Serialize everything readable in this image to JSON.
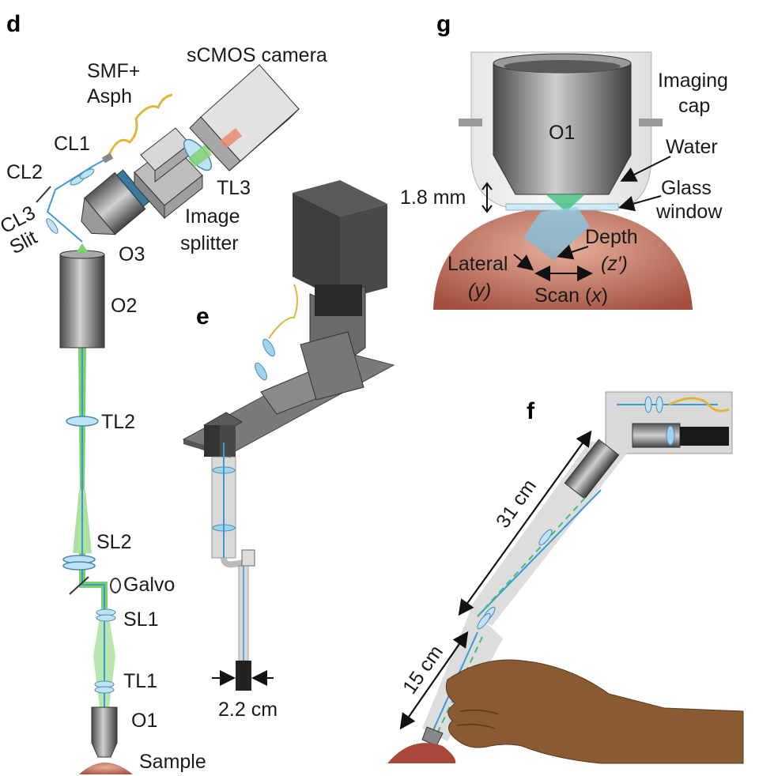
{
  "panels": {
    "d": "d",
    "e": "e",
    "f": "f",
    "g": "g"
  },
  "panel_d": {
    "camera": "sCMOS camera",
    "smf": "SMF+",
    "asph": "Asph",
    "cl1": "CL1",
    "cl2": "CL2",
    "cl3": "CL3",
    "slit": "Slit",
    "tl3": "TL3",
    "image": "Image",
    "splitter": "splitter",
    "o3": "O3",
    "o2": "O2",
    "tl2": "TL2",
    "sl2": "SL2",
    "galvo": "Galvo",
    "sl1": "SL1",
    "tl1": "TL1",
    "o1": "O1",
    "sample": "Sample"
  },
  "panel_e": {
    "width": "2.2 cm"
  },
  "panel_f": {
    "upper_length": "31 cm",
    "lower_length": "15 cm"
  },
  "panel_g": {
    "imaging": "Imaging",
    "cap": "cap",
    "o1": "O1",
    "water": "Water",
    "glass": "Glass",
    "window": "window",
    "distance": "1.8 mm",
    "depth": "Depth",
    "depth_axis": "(z′)",
    "lateral": "Lateral",
    "lateral_axis": "(y)",
    "scan": "Scan (",
    "scan_axis": "x",
    "scan_close": ")"
  },
  "colors": {
    "beam_green": "#7fd06a",
    "beam_blue": "#3a9ad6",
    "sample": "#b8695a",
    "metal": "#6f6f6f",
    "hand": "#8a5a32"
  }
}
